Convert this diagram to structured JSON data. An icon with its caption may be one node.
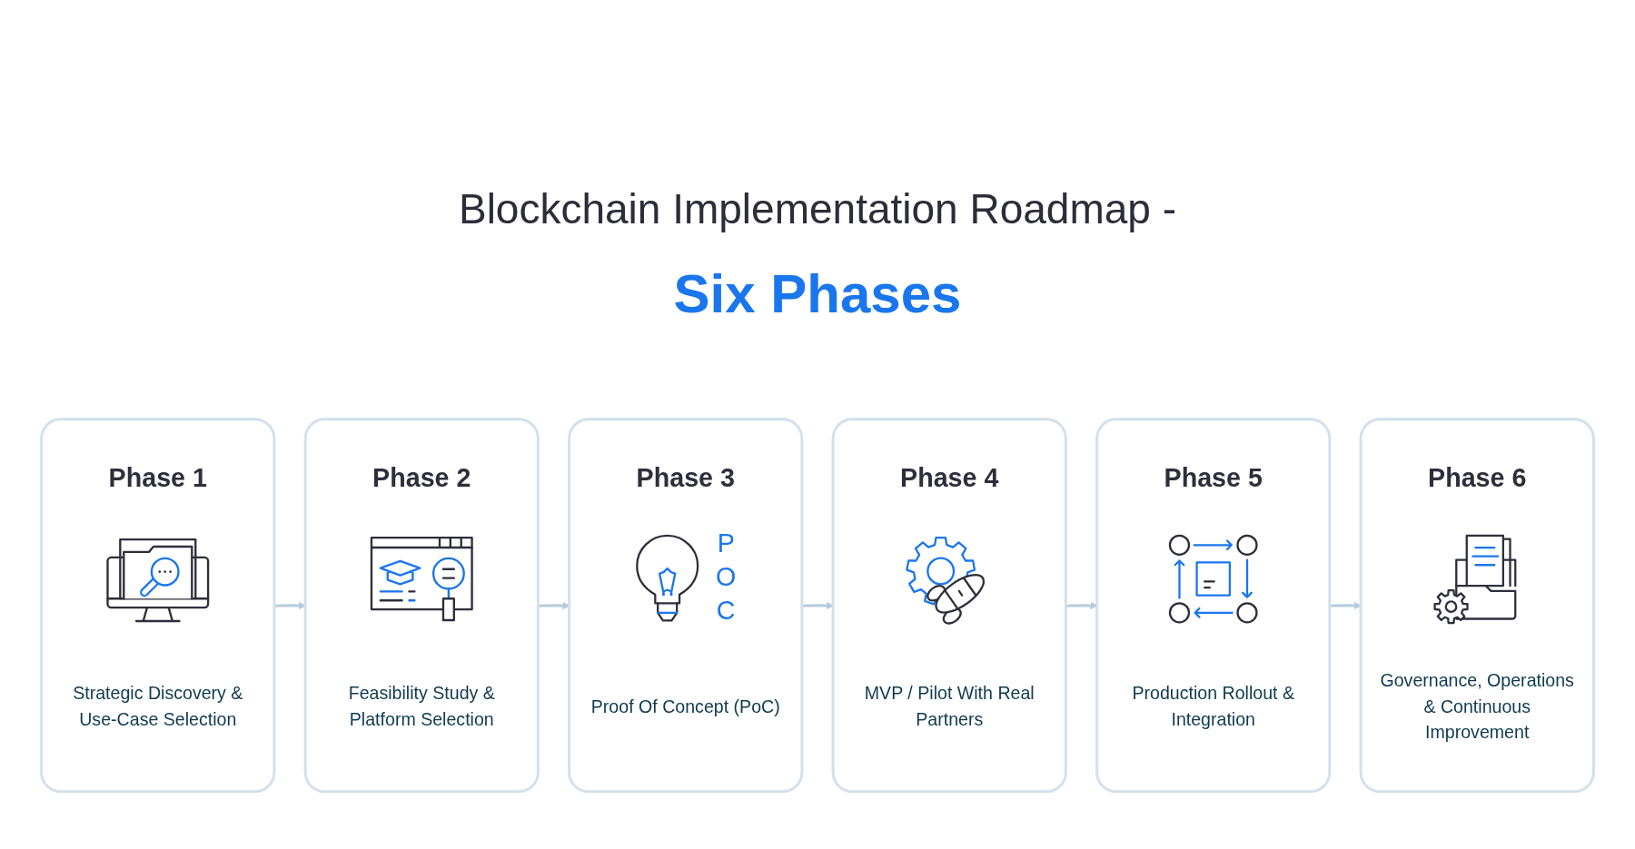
{
  "diagram": {
    "title": "Blockchain Implementation Roadmap - **Six Phases**",
    "nodes": [
      {
        "text": [
          "Phase 1",
          "Strategic Discovery & Use-Case Selection"
        ]
      },
      {
        "text": [
          "Phase 2",
          "Feasibility Study & Platform Selection"
        ]
      },
      {
        "text": [
          "Phase 3",
          "POC",
          "Proof Of Concept (PoC)"
        ]
      },
      {
        "text": [
          "Phase 4",
          "MVP / Pilot With Real Partners"
        ]
      },
      {
        "text": [
          "Phase 5",
          "Production Rollout & Integration"
        ]
      },
      {
        "text": [
          "Phase 6",
          "Governance, Operations & Continuous Improvement"
        ]
      }
    ],
    "edges": [
      {
        "from": 0,
        "to": 1,
        "arrow": "to"
      },
      {
        "from": 1,
        "to": 2,
        "arrow": "to"
      },
      {
        "from": 2,
        "to": 3,
        "arrow": "to"
      },
      {
        "from": 3,
        "to": 4,
        "arrow": "to"
      },
      {
        "from": 4,
        "to": 5,
        "arrow": "to"
      }
    ]
  }
}
